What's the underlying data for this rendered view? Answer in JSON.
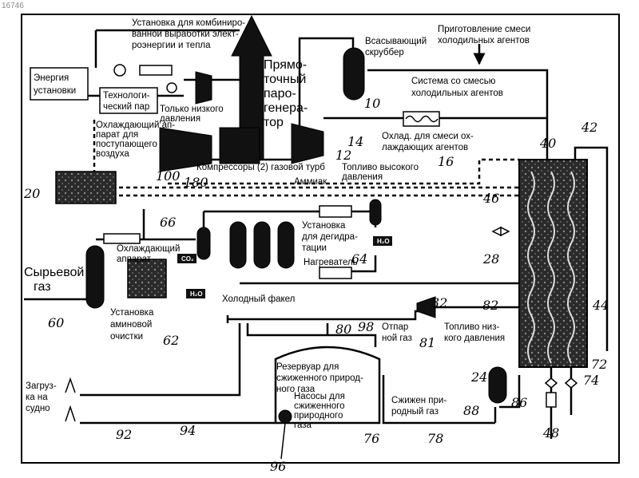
{
  "doc_id": "16746",
  "labels": {
    "cogeneration": [
      "Установка для комбиниро-",
      "ванной выработки элект-",
      "роэнергии и тепла"
    ],
    "suction_scrubber": [
      "Всасывающий",
      "скруббер"
    ],
    "mixed_refrigerant_prep": [
      "Приготовление смеси",
      "холодильных агентов"
    ],
    "plant_energy": [
      "Энергия",
      "установки"
    ],
    "process_steam": [
      "Технологи-",
      "ческий пар"
    ],
    "low_pressure_only": [
      "Только низкого",
      "давления"
    ],
    "inlet_air_cooler": [
      "Охлаждающий ап-",
      "парат для",
      "поступающего",
      "воздуха"
    ],
    "once_through_sg": [
      "Прямо-",
      "точный",
      "паро-",
      "генера-",
      "тор"
    ],
    "mixed_refrigerant_system": [
      "Система со смесью",
      "холодильных агентов"
    ],
    "mixed_refrigerant_cooler": [
      "Охлад. для смеси ох-",
      "лаждающих агентов"
    ],
    "compressors": "Компрессоры (2) газовой турб",
    "hp_fuel": [
      "Топливо высокого",
      "давления"
    ],
    "ammonia": "Аммиак",
    "dehydration": [
      "Установка",
      "для дегидра-",
      "тации"
    ],
    "cooling_unit": [
      "Охлаждающий",
      "аппарат"
    ],
    "heater": "Нагреватель",
    "raw_gas": [
      "Сырьевой",
      "газ"
    ],
    "amine": [
      "Установка",
      "аминовой",
      "очистки"
    ],
    "cold_flare": "Холодный факел",
    "boiloff_gas": [
      "Отпар",
      "ной газ"
    ],
    "lp_fuel": [
      "Топливо низ-",
      "кого давления"
    ],
    "lng_tank": [
      "Резервуар для",
      "сжиженного природ-",
      "ного газа"
    ],
    "lng_pumps": [
      "Насосы для",
      "сжиженного",
      "природного",
      "газа"
    ],
    "ship_loading": [
      "Загруз-",
      "ка на",
      "судно"
    ],
    "lng": [
      "Сжижен при-",
      "родный газ"
    ],
    "tag_co2": "CO₂",
    "tag_h2o": "H₂O"
  },
  "ref_numbers": {
    "n10": "10",
    "n12": "12",
    "n14": "14",
    "n16": "16",
    "n20": "20",
    "n24": "24",
    "n28": "28",
    "n32": "32",
    "n40": "40",
    "n42": "42",
    "n44": "44",
    "n46": "46",
    "n48": "48",
    "n60": "60",
    "n62": "62",
    "n64": "64",
    "n66": "66",
    "n72": "72",
    "n74": "74",
    "n76": "76",
    "n78": "78",
    "n80": "80",
    "n81": "81",
    "n82": "82",
    "n86": "86",
    "n88": "88",
    "n92": "92",
    "n94": "94",
    "n96": "96",
    "n98": "98",
    "n100": "100",
    "n180": "180"
  }
}
